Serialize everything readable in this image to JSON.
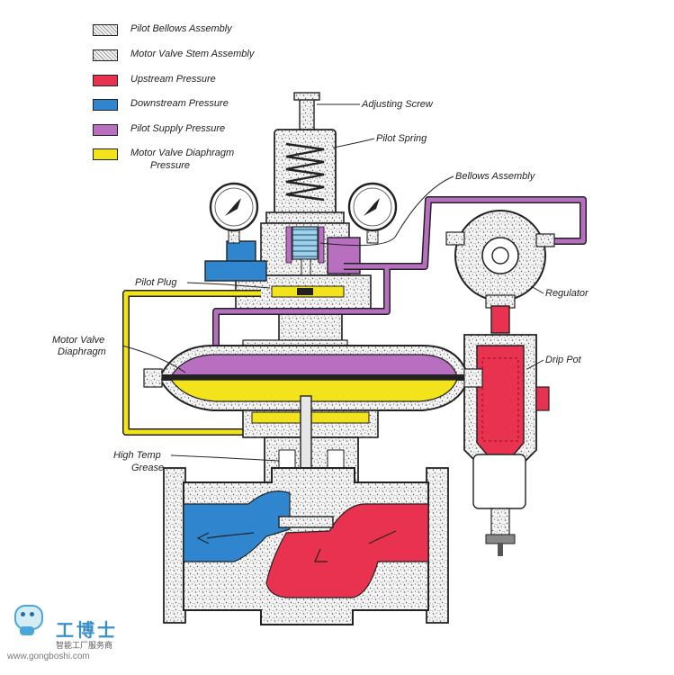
{
  "legend": [
    {
      "label": "Pilot Bellows Assembly",
      "fill": "speckle"
    },
    {
      "label": "Motor Valve Stem Assembly",
      "fill": "speckle"
    },
    {
      "label": "Upstream Pressure",
      "fill": "#e8324f"
    },
    {
      "label": "Downstream Pressure",
      "fill": "#2f86cf"
    },
    {
      "label": "Pilot Supply Pressure",
      "fill": "#b86fc0"
    },
    {
      "label": "Motor Valve Diaphragm",
      "label2": "Pressure",
      "fill": "#f2e31a"
    }
  ],
  "callouts": {
    "adjusting_screw": "Adjusting Screw",
    "pilot_spring": "Pilot Spring",
    "bellows_assembly": "Bellows Assembly",
    "pilot_plug": "Pilot Plug",
    "regulator": "Regulator",
    "motor_valve_diaphragm": "Motor Valve",
    "motor_valve_diaphragm2": "Diaphragm",
    "drip_pot": "Drip Pot",
    "high_temp_grease": "High Temp",
    "high_temp_grease2": "Grease"
  },
  "watermark": {
    "brand": "工博士",
    "slogan": "智能工厂服务商",
    "url": "www.gongboshi.com"
  },
  "colors": {
    "upstream": "#e8324f",
    "downstream": "#2f86cf",
    "pilot_supply": "#b86fc0",
    "diaphragm": "#f2e31a",
    "outline": "#222222"
  }
}
